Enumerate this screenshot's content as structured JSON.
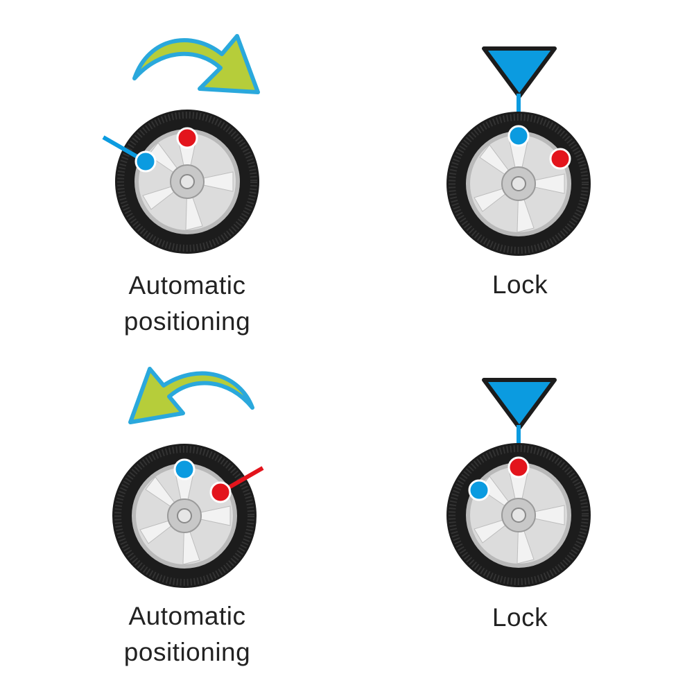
{
  "colors": {
    "blue": "#0b9be0",
    "red": "#e3141c",
    "arrow_fill": "#b6cd3a",
    "arrow_outline": "#2aa8dc",
    "tire": "#1c1c1c",
    "rim": "#dcdcdc",
    "text": "#222222"
  },
  "panels": [
    {
      "caption_line1": "Automatic",
      "caption_line2": "positioning",
      "icons": [
        "rotate-clockwise-arrow",
        "blue-sensor-dot",
        "red-valve-dot"
      ]
    },
    {
      "caption_line1": "Lock",
      "icons": [
        "lock-pointer-triangle",
        "blue-sensor-dot",
        "red-valve-dot"
      ]
    },
    {
      "caption_line1": "Automatic",
      "caption_line2": "positioning",
      "icons": [
        "rotate-counterclockwise-arrow",
        "blue-sensor-dot",
        "red-valve-dot"
      ]
    },
    {
      "caption_line1": "Lock",
      "icons": [
        "lock-pointer-triangle",
        "blue-sensor-dot",
        "red-valve-dot"
      ]
    }
  ]
}
